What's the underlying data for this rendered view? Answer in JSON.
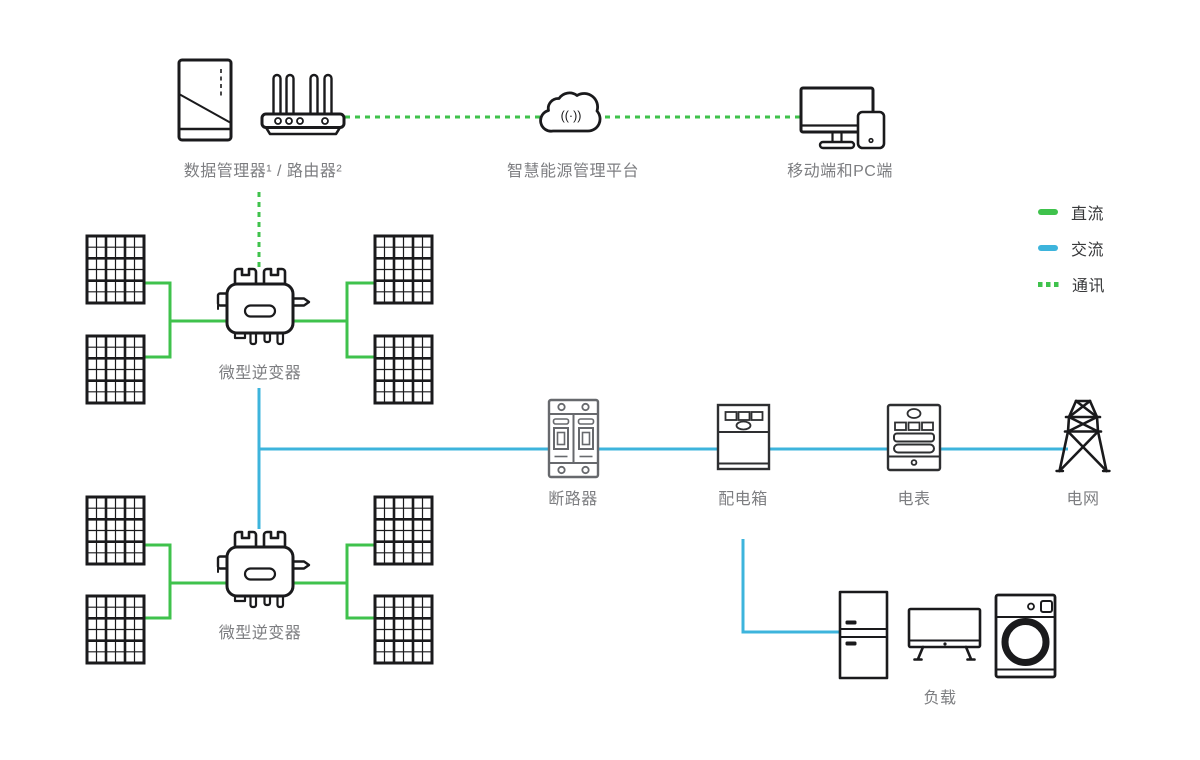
{
  "colors": {
    "dc": "#3fc24c",
    "ac": "#3db4dc",
    "comm": "#3fc24c",
    "icon": "#1a1a1c",
    "icon_gray": "#67696d",
    "icon_dark": "#2e2f31",
    "label": "#7d7e81",
    "legend_text": "#37383a",
    "background": "#ffffff"
  },
  "nodes": {
    "data_manager_router": "数据管理器¹ / 路由器²",
    "platform": "智慧能源管理平台",
    "mobile_pc": "移动端和PC端",
    "microinverter_top": "微型逆变器",
    "microinverter_bottom": "微型逆变器",
    "breaker": "断路器",
    "distribution_box": "配电箱",
    "meter": "电表",
    "grid": "电网",
    "load": "负载"
  },
  "legend": {
    "items": [
      {
        "label": "直流",
        "line_style": "solid",
        "color": "#3fc24c"
      },
      {
        "label": "交流",
        "line_style": "solid",
        "color": "#3db4dc"
      },
      {
        "label": "通讯",
        "line_style": "dashed",
        "color": "#3fc24c"
      }
    ]
  },
  "icons": {
    "cloud_wifi_glyph": "((·))"
  }
}
